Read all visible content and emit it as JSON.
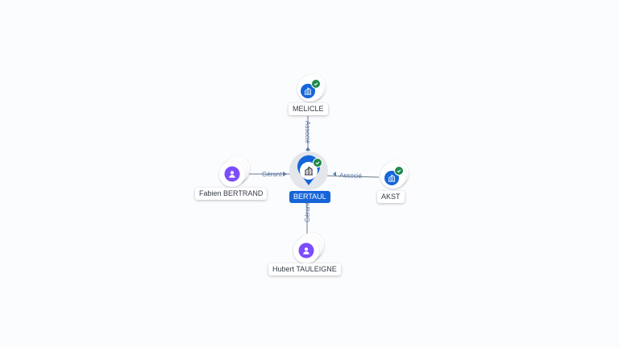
{
  "nodes": {
    "center": {
      "label": "BERTAUL",
      "icon": "building-icon",
      "verified": true
    },
    "top": {
      "label": "MELICLE",
      "icon": "building-icon",
      "verified": true
    },
    "right": {
      "label": "AKST",
      "icon": "building-icon",
      "verified": true
    },
    "left": {
      "label": "Fabien BERTRAND",
      "icon": "person-icon"
    },
    "bottom": {
      "label": "Hubert TAULEIGNE",
      "icon": "person-icon"
    }
  },
  "edges": {
    "top": "Associé",
    "right": "Associé",
    "left": "Gérant",
    "bottom": "Gérant"
  },
  "colors": {
    "company": "#1565d8",
    "person": "#7c4dff",
    "verified": "#1e8a4c",
    "edge": "#6b7a8c"
  }
}
